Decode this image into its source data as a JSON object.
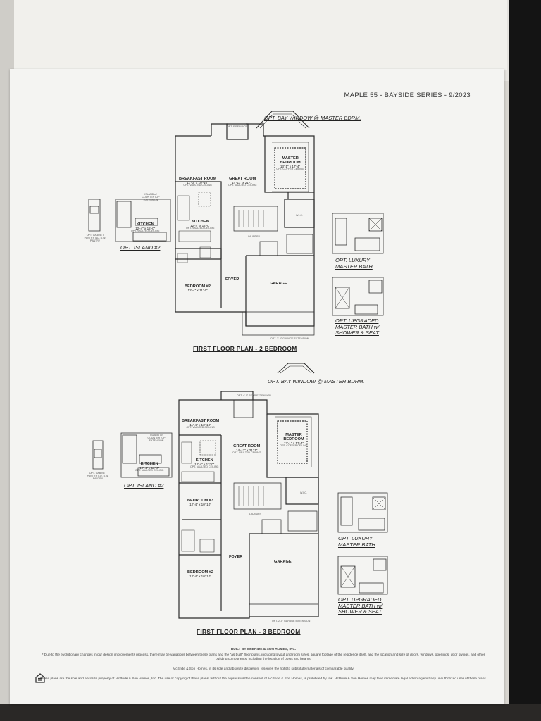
{
  "header": "MAPLE 55 - BAYSIDE SERIES - 9/2023",
  "plan_2br": {
    "title": "FIRST FLOOR PLAN - 2 BEDROOM",
    "opt_bay": "OPT. BAY WINDOW @ MASTER BDRM.",
    "opt_fireplace": "OPT. FIREPLACE",
    "breakfast": {
      "name": "BREAKFAST ROOM",
      "dim": "11'-0\" x 10'-10\"",
      "note": "OPT. VAULTED CEILING"
    },
    "great": {
      "name": "GREAT ROOM",
      "dim": "14'-11\" x 21'-1\"",
      "note": "OPT. VAULTED CEILING"
    },
    "master": {
      "name": "MASTER BEDROOM",
      "dim": "13'-1\" x 17'-4\"",
      "note": "OPT. COFFER CEILING"
    },
    "kitchen": {
      "name": "KITCHEN",
      "dim": "12'-4\" x 12'-0\"",
      "note": "OPT. VAULTED CEILING"
    },
    "bedroom2": {
      "name": "BEDROOM #2",
      "dim": "12'-4\" x 11'-4\""
    },
    "foyer": "FOYER",
    "garage": "GARAGE",
    "laundry": "LAUNDRY",
    "wic": "W.I.C.",
    "garage_ext": "OPT. 2'-0\" GARAGE EXTENSION",
    "opt_island": "OPT. ISLAND #2",
    "island_kitchen": {
      "name": "KITCHEN",
      "dim": "12'-4\" x 12'-0\"",
      "note": "OPT. VAULTED CEILING"
    },
    "island_note": "ISLAND w/ COUNTERTOP EXTENSION",
    "pantry_note": "OPT. CABINET PANTRY ILO. D.W. PANTRY",
    "opt_luxury": "OPT. LUXURY MASTER BATH",
    "opt_upgraded": "OPT. UPGRADED MASTER BATH w/ SHOWER & SEAT"
  },
  "plan_3br": {
    "title": "FIRST FLOOR PLAN - 3 BEDROOM",
    "opt_bay": "OPT. BAY WINDOW @ MASTER BDRM.",
    "rear_ext": "OPT. 4'-0\" REAR EXTENSION",
    "breakfast": {
      "name": "BREAKFAST ROOM",
      "dim": "11'-4\" x 13'-10\"",
      "note": "OPT. VAULTED CEILING"
    },
    "great": {
      "name": "GREAT ROOM",
      "dim": "14'-11\" x 21'-1\"",
      "note": "OPT. VAULTED CEILING"
    },
    "master": {
      "name": "MASTER BEDROOM",
      "dim": "13'-1\" x 17'-4\"",
      "note": "OPT. COFFER CEILING"
    },
    "kitchen": {
      "name": "KITCHEN",
      "dim": "12'-4\" x 12'-0\"",
      "note": "OPT. VAULTED CEILING"
    },
    "bedroom3": {
      "name": "BEDROOM #3",
      "dim": "12'-4\" x 10'-10\""
    },
    "bedroom2": {
      "name": "BEDROOM #2",
      "dim": "12'-4\" x 10'-10\""
    },
    "foyer": "FOYER",
    "garage": "GARAGE",
    "laundry": "LAUNDRY",
    "wic": "W.I.C.",
    "garage_ext": "OPT. 2'-0\" GARAGE EXTENSION",
    "opt_island": "OPT. ISLAND #2",
    "island_kitchen": {
      "name": "KITCHEN",
      "dim": "12'-4\" x 12'-0\"",
      "note": "OPT. VAULTED CEILING"
    },
    "island_note": "ISLAND w/ COUNTERTOP EXTENSION",
    "pantry_note": "OPT. CABINET PANTRY ILO. D.W. PANTRY",
    "opt_luxury": "OPT. LUXURY MASTER BATH",
    "opt_upgraded": "OPT. UPGRADED MASTER BATH w/ SHOWER & SEAT"
  },
  "footer": {
    "builder": "BUILT BY McBRIDE & SON HOMES, INC.",
    "line1": "* Due to the evolutionary changes in our design improvements process, there may be variations between these plans and the \"as built\" floor plans, including layout and room sizes, square footage of the residence itself, and the location and size of doors, windows, openings, door swings, and other building components, including the location of posts and beams.",
    "line2": "McBride & Son Homes, in its sole and absolute discretion, reserves the right to substitute materials of comparable quality.",
    "line3": "These plans are the sole and absolute property of McBride & Son Homes, Inc. The use or copying of these plans, without the express written consent of McBride & Son Homes, is prohibited by law. McBride & Son Homes may take immediate legal action against any unauthorized user of these plans."
  }
}
